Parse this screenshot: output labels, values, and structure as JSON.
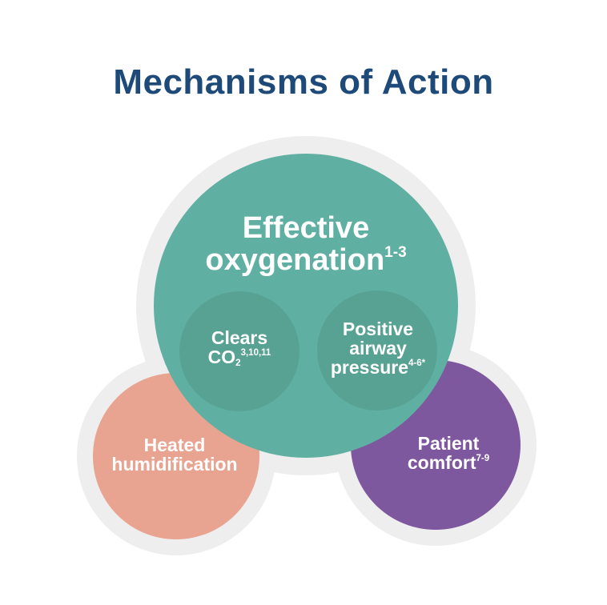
{
  "title": "Mechanisms of Action",
  "colors": {
    "title": "#1d4a78",
    "teal": "#5fb0a2",
    "teal_inner": "#58a294",
    "salmon": "#e8a490",
    "purple": "#7e589f",
    "halo": "#eeeeef"
  },
  "nodes": {
    "main": {
      "line1": "Effective",
      "line2": "oxygenation",
      "sup": "1-3"
    },
    "clears": {
      "line1": "Clears",
      "line2": "CO",
      "sub": "2",
      "sup": "3,10,11"
    },
    "pap": {
      "line1": "Positive",
      "line2": "airway",
      "line3": "pressure",
      "sup": "4-6*"
    },
    "heated": {
      "line1": "Heated",
      "line2": "humidification"
    },
    "patient": {
      "line1": "Patient",
      "line2": "comfort",
      "sup": "7-9"
    }
  }
}
